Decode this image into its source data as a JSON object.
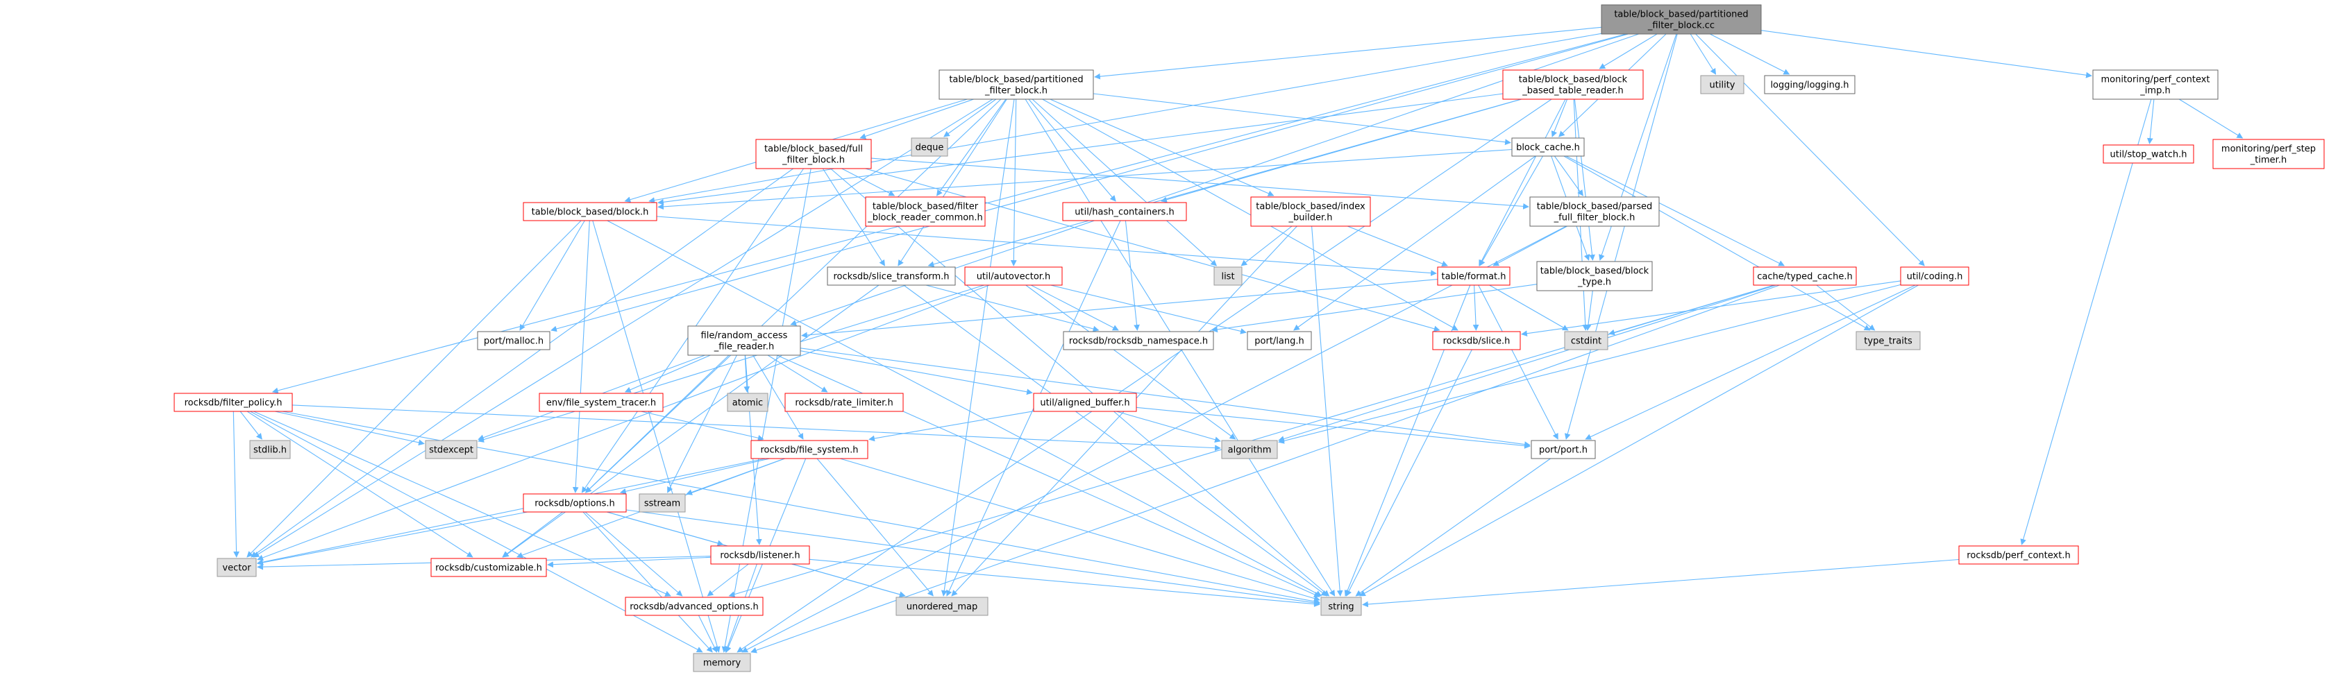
{
  "colors": {
    "edge": "#63b8ff",
    "edge_red": "#ff6a6a",
    "root_fill": "#999999",
    "root_stroke": "#666666",
    "local_stroke": "#666666",
    "missing_stroke": "#ff0000",
    "system_fill": "#e0e0e0",
    "system_stroke": "#999999",
    "text": "#000000"
  },
  "nodes": [
    {
      "id": "root",
      "kind": "root",
      "lines": [
        "table/block_based/partitioned",
        "_filter_block.cc"
      ]
    },
    {
      "id": "pfb_h",
      "kind": "local",
      "lines": [
        "table/block_based/partitioned",
        "_filter_block.h"
      ]
    },
    {
      "id": "bbtr",
      "kind": "missing",
      "lines": [
        "table/block_based/block",
        "_based_table_reader.h"
      ]
    },
    {
      "id": "utility",
      "kind": "system",
      "lines": [
        "utility"
      ]
    },
    {
      "id": "logging",
      "kind": "local",
      "lines": [
        "logging/logging.h"
      ]
    },
    {
      "id": "perfctx_imp",
      "kind": "local",
      "lines": [
        "monitoring/perf_context",
        "_imp.h"
      ]
    },
    {
      "id": "fullfb",
      "kind": "missing",
      "lines": [
        "table/block_based/full",
        "_filter_block.h"
      ]
    },
    {
      "id": "deque",
      "kind": "system",
      "lines": [
        "deque"
      ]
    },
    {
      "id": "block_cache",
      "kind": "local",
      "lines": [
        "block_cache.h"
      ]
    },
    {
      "id": "stopwatch",
      "kind": "missing",
      "lines": [
        "util/stop_watch.h"
      ]
    },
    {
      "id": "perfsteptimer",
      "kind": "missing",
      "lines": [
        "monitoring/perf_step",
        "_timer.h"
      ]
    },
    {
      "id": "block_h",
      "kind": "missing",
      "lines": [
        "table/block_based/block.h"
      ]
    },
    {
      "id": "frc",
      "kind": "missing",
      "lines": [
        "table/block_based/filter",
        "_block_reader_common.h"
      ]
    },
    {
      "id": "hashc",
      "kind": "missing",
      "lines": [
        "util/hash_containers.h"
      ]
    },
    {
      "id": "idxb",
      "kind": "missing",
      "lines": [
        "table/block_based/index",
        "_builder.h"
      ]
    },
    {
      "id": "pffb",
      "kind": "local",
      "lines": [
        "table/block_based/parsed",
        "_full_filter_block.h"
      ]
    },
    {
      "id": "slicet",
      "kind": "local",
      "lines": [
        "rocksdb/slice_transform.h"
      ]
    },
    {
      "id": "autovec",
      "kind": "missing",
      "lines": [
        "util/autovector.h"
      ]
    },
    {
      "id": "list",
      "kind": "system",
      "lines": [
        "list"
      ]
    },
    {
      "id": "format",
      "kind": "missing",
      "lines": [
        "table/format.h"
      ]
    },
    {
      "id": "bbtype",
      "kind": "local",
      "lines": [
        "table/block_based/block",
        "_type.h"
      ]
    },
    {
      "id": "typedcache",
      "kind": "missing",
      "lines": [
        "cache/typed_cache.h"
      ]
    },
    {
      "id": "coding",
      "kind": "missing",
      "lines": [
        "util/coding.h"
      ]
    },
    {
      "id": "malloc",
      "kind": "local",
      "lines": [
        "port/malloc.h"
      ]
    },
    {
      "id": "rafr",
      "kind": "local",
      "lines": [
        "file/random_access",
        "_file_reader.h"
      ]
    },
    {
      "id": "rocksns",
      "kind": "local",
      "lines": [
        "rocksdb/rocksdb_namespace.h"
      ]
    },
    {
      "id": "portlang",
      "kind": "local",
      "lines": [
        "port/lang.h"
      ]
    },
    {
      "id": "slice_h",
      "kind": "missing",
      "lines": [
        "rocksdb/slice.h"
      ]
    },
    {
      "id": "cstdint",
      "kind": "system",
      "lines": [
        "cstdint"
      ]
    },
    {
      "id": "typetraits",
      "kind": "system",
      "lines": [
        "type_traits"
      ]
    },
    {
      "id": "filterpol",
      "kind": "missing",
      "lines": [
        "rocksdb/filter_policy.h"
      ]
    },
    {
      "id": "stdlib",
      "kind": "system",
      "lines": [
        "stdlib.h"
      ]
    },
    {
      "id": "stdexcept",
      "kind": "system",
      "lines": [
        "stdexcept"
      ]
    },
    {
      "id": "envfst",
      "kind": "missing",
      "lines": [
        "env/file_system_tracer.h"
      ]
    },
    {
      "id": "atomic",
      "kind": "system",
      "lines": [
        "atomic"
      ]
    },
    {
      "id": "ratelim",
      "kind": "missing",
      "lines": [
        "rocksdb/rate_limiter.h"
      ]
    },
    {
      "id": "alignedbuf",
      "kind": "missing",
      "lines": [
        "util/aligned_buffer.h"
      ]
    },
    {
      "id": "algorithm",
      "kind": "system",
      "lines": [
        "algorithm"
      ]
    },
    {
      "id": "portport",
      "kind": "local",
      "lines": [
        "port/port.h"
      ]
    },
    {
      "id": "filesys",
      "kind": "missing",
      "lines": [
        "rocksdb/file_system.h"
      ]
    },
    {
      "id": "sstream",
      "kind": "system",
      "lines": [
        "sstream"
      ]
    },
    {
      "id": "options",
      "kind": "missing",
      "lines": [
        "rocksdb/options.h"
      ]
    },
    {
      "id": "listener",
      "kind": "missing",
      "lines": [
        "rocksdb/listener.h"
      ]
    },
    {
      "id": "perfctx",
      "kind": "missing",
      "lines": [
        "rocksdb/perf_context.h"
      ]
    },
    {
      "id": "vector",
      "kind": "system",
      "lines": [
        "vector"
      ]
    },
    {
      "id": "customizable",
      "kind": "missing",
      "lines": [
        "rocksdb/customizable.h"
      ]
    },
    {
      "id": "advopts",
      "kind": "missing",
      "lines": [
        "rocksdb/advanced_options.h"
      ]
    },
    {
      "id": "unordered_map",
      "kind": "system",
      "lines": [
        "unordered_map"
      ]
    },
    {
      "id": "string",
      "kind": "system",
      "lines": [
        "string"
      ]
    },
    {
      "id": "memory",
      "kind": "system",
      "lines": [
        "memory"
      ]
    }
  ],
  "edges": [
    [
      "root",
      "pfb_h"
    ],
    [
      "root",
      "bbtr"
    ],
    [
      "root",
      "utility"
    ],
    [
      "root",
      "logging"
    ],
    [
      "root",
      "perfctx_imp"
    ],
    [
      "root",
      "block_cache"
    ],
    [
      "root",
      "block_h"
    ],
    [
      "root",
      "coding"
    ],
    [
      "root",
      "malloc"
    ],
    [
      "root",
      "rafr"
    ],
    [
      "root",
      "filterpol"
    ],
    [
      "root",
      "portport"
    ],
    [
      "root",
      "bbtype"
    ],
    [
      "pfb_h",
      "fullfb"
    ],
    [
      "pfb_h",
      "deque"
    ],
    [
      "pfb_h",
      "block_cache"
    ],
    [
      "pfb_h",
      "block_h"
    ],
    [
      "pfb_h",
      "frc"
    ],
    [
      "pfb_h",
      "hashc"
    ],
    [
      "pfb_h",
      "idxb"
    ],
    [
      "pfb_h",
      "slicet"
    ],
    [
      "pfb_h",
      "autovec"
    ],
    [
      "pfb_h",
      "list"
    ],
    [
      "pfb_h",
      "slice_h"
    ],
    [
      "pfb_h",
      "options"
    ],
    [
      "pfb_h",
      "vector"
    ],
    [
      "pfb_h",
      "unordered_map"
    ],
    [
      "pfb_h",
      "string"
    ],
    [
      "bbtr",
      "block_cache"
    ],
    [
      "bbtr",
      "hashc"
    ],
    [
      "bbtr",
      "block_h"
    ],
    [
      "bbtr",
      "slicet"
    ],
    [
      "bbtr",
      "format"
    ],
    [
      "bbtr",
      "bbtype"
    ],
    [
      "bbtr",
      "cstdint"
    ],
    [
      "bbtr",
      "memory"
    ],
    [
      "perfctx_imp",
      "stopwatch"
    ],
    [
      "perfctx_imp",
      "perfsteptimer"
    ],
    [
      "perfctx_imp",
      "perfctx"
    ],
    [
      "fullfb",
      "frc"
    ],
    [
      "fullfb",
      "pffb"
    ],
    [
      "fullfb",
      "slicet"
    ],
    [
      "fullfb",
      "slice_h"
    ],
    [
      "fullfb",
      "options"
    ],
    [
      "fullfb",
      "vector"
    ],
    [
      "fullfb",
      "memory"
    ],
    [
      "fullfb",
      "string"
    ],
    [
      "block_cache",
      "pffb"
    ],
    [
      "block_cache",
      "block_h"
    ],
    [
      "block_cache",
      "format"
    ],
    [
      "block_cache",
      "typedcache"
    ],
    [
      "block_cache",
      "bbtype"
    ],
    [
      "block_cache",
      "portlang"
    ],
    [
      "block_cache",
      "typetraits"
    ],
    [
      "block_h",
      "format"
    ],
    [
      "block_h",
      "malloc"
    ],
    [
      "block_h",
      "options"
    ],
    [
      "block_h",
      "vector"
    ],
    [
      "block_h",
      "memory"
    ],
    [
      "block_h",
      "string"
    ],
    [
      "hashc",
      "rocksns"
    ],
    [
      "hashc",
      "unordered_map"
    ],
    [
      "idxb",
      "format"
    ],
    [
      "idxb",
      "list"
    ],
    [
      "idxb",
      "string"
    ],
    [
      "idxb",
      "unordered_map"
    ],
    [
      "pffb",
      "format"
    ],
    [
      "pffb",
      "memory"
    ],
    [
      "slicet",
      "rocksns"
    ],
    [
      "slicet",
      "string"
    ],
    [
      "slicet",
      "customizable"
    ],
    [
      "autovec",
      "rocksns"
    ],
    [
      "autovec",
      "portlang"
    ],
    [
      "autovec",
      "algorithm"
    ],
    [
      "autovec",
      "stdexcept"
    ],
    [
      "autovec",
      "vector"
    ],
    [
      "format",
      "rafr"
    ],
    [
      "format",
      "slice_h"
    ],
    [
      "format",
      "cstdint"
    ],
    [
      "format",
      "portport"
    ],
    [
      "format",
      "string"
    ],
    [
      "bbtype",
      "cstdint"
    ],
    [
      "bbtype",
      "rocksns"
    ],
    [
      "typedcache",
      "cstdint"
    ],
    [
      "typedcache",
      "typetraits"
    ],
    [
      "typedcache",
      "algorithm"
    ],
    [
      "typedcache",
      "advopts"
    ],
    [
      "typedcache",
      "memory"
    ],
    [
      "coding",
      "slice_h"
    ],
    [
      "coding",
      "algorithm"
    ],
    [
      "coding",
      "portport"
    ],
    [
      "coding",
      "string"
    ],
    [
      "rafr",
      "envfst"
    ],
    [
      "rafr",
      "atomic"
    ],
    [
      "rafr",
      "ratelim"
    ],
    [
      "rafr",
      "alignedbuf"
    ],
    [
      "rafr",
      "filesys"
    ],
    [
      "rafr",
      "listener"
    ],
    [
      "rafr",
      "options"
    ],
    [
      "rafr",
      "sstream"
    ],
    [
      "rafr",
      "string"
    ],
    [
      "rafr",
      "portport"
    ],
    [
      "rafr",
      "stdexcept"
    ],
    [
      "slice_h",
      "string"
    ],
    [
      "filterpol",
      "stdlib"
    ],
    [
      "filterpol",
      "stdexcept"
    ],
    [
      "filterpol",
      "algorithm"
    ],
    [
      "filterpol",
      "advopts"
    ],
    [
      "filterpol",
      "customizable"
    ],
    [
      "filterpol",
      "vector"
    ],
    [
      "filterpol",
      "memory"
    ],
    [
      "filterpol",
      "string"
    ],
    [
      "envfst",
      "filesys"
    ],
    [
      "alignedbuf",
      "algorithm"
    ],
    [
      "alignedbuf",
      "portport"
    ],
    [
      "alignedbuf",
      "filesys"
    ],
    [
      "portport",
      "string"
    ],
    [
      "filesys",
      "options"
    ],
    [
      "filesys",
      "sstream"
    ],
    [
      "filesys",
      "customizable"
    ],
    [
      "filesys",
      "vector"
    ],
    [
      "filesys",
      "string"
    ],
    [
      "filesys",
      "unordered_map"
    ],
    [
      "filesys",
      "memory"
    ],
    [
      "options",
      "listener"
    ],
    [
      "options",
      "advopts"
    ],
    [
      "options",
      "customizable"
    ],
    [
      "options",
      "vector"
    ],
    [
      "options",
      "unordered_map"
    ],
    [
      "options",
      "string"
    ],
    [
      "options",
      "memory"
    ],
    [
      "listener",
      "advopts"
    ],
    [
      "listener",
      "customizable"
    ],
    [
      "listener",
      "vector"
    ],
    [
      "listener",
      "unordered_map"
    ],
    [
      "listener",
      "string"
    ],
    [
      "listener",
      "memory"
    ],
    [
      "perfctx",
      "string"
    ],
    [
      "advopts",
      "memory"
    ]
  ]
}
